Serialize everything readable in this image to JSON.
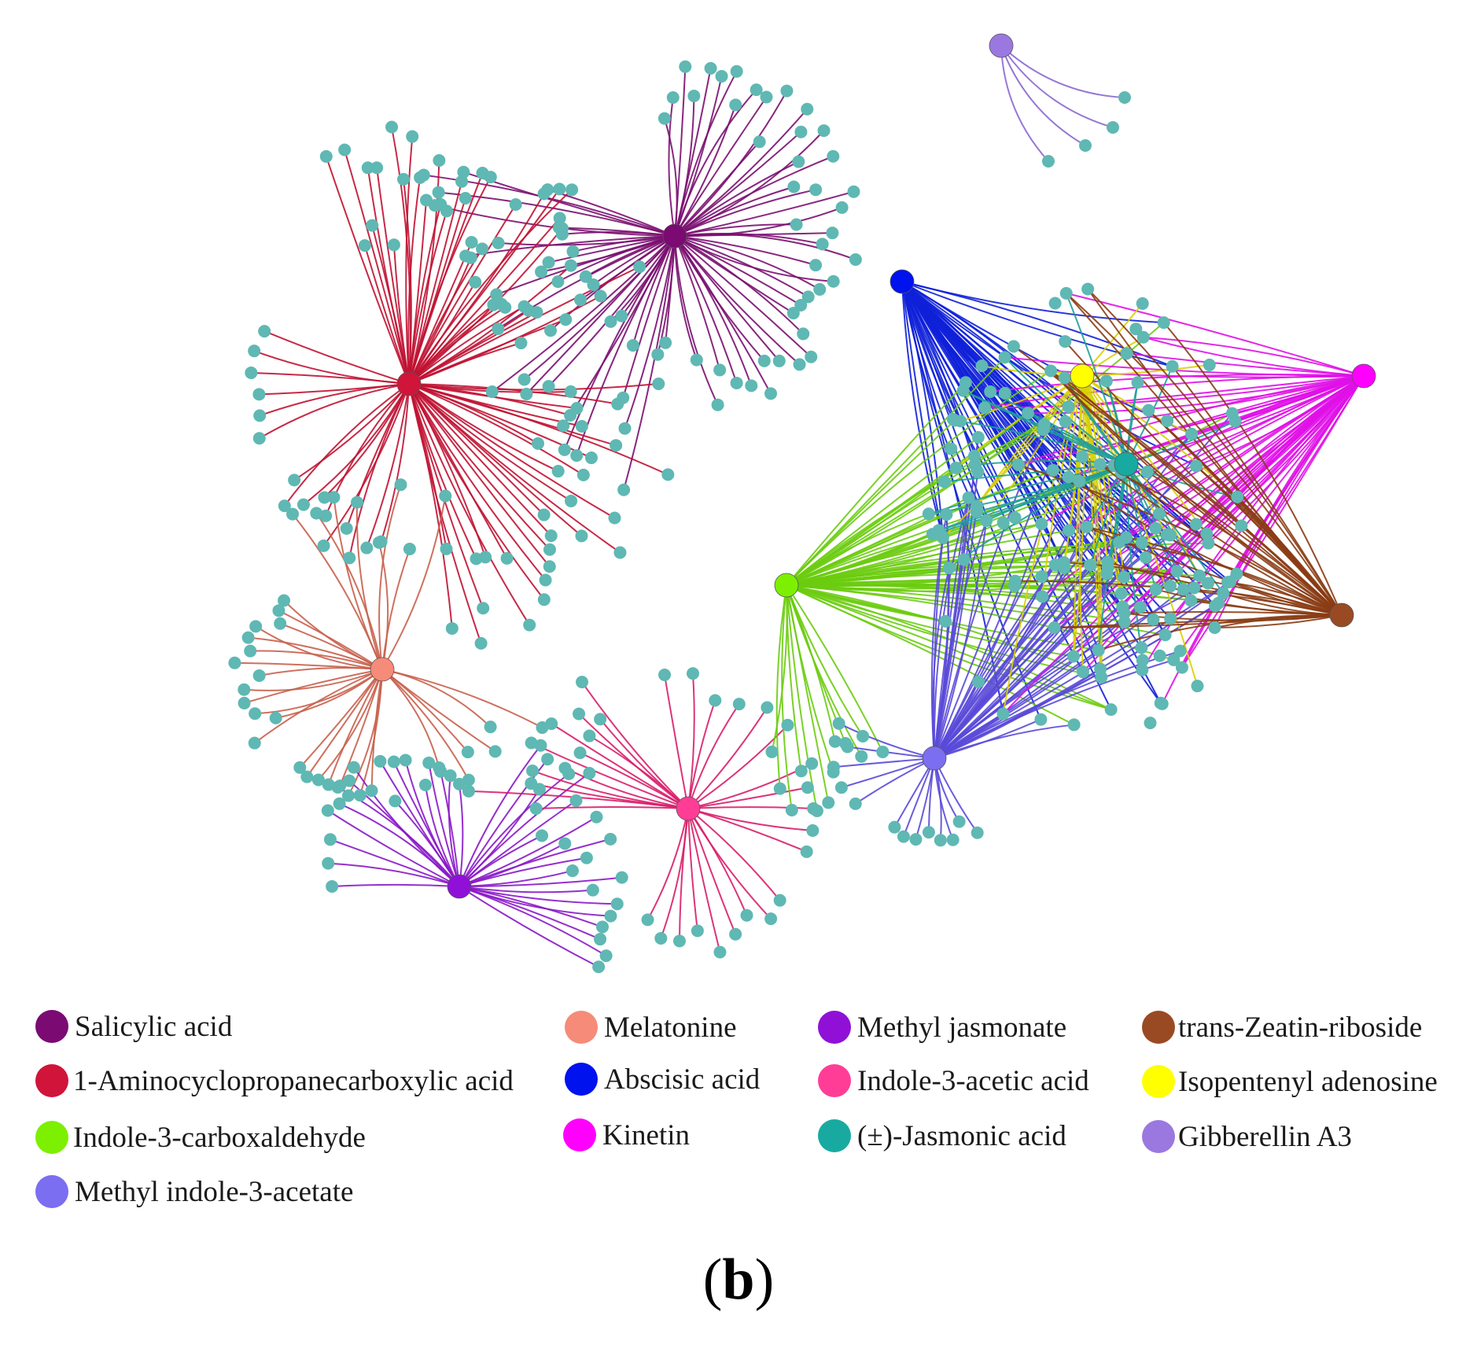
{
  "legend": [
    {
      "label": "Salicylic acid",
      "color": "#7b0a73"
    },
    {
      "label": "1-Aminocyclopropanecarboxylic acid",
      "color": "#d0143a"
    },
    {
      "label": "Indole-3-carboxaldehyde",
      "color": "#7cf000"
    },
    {
      "label": "Methyl indole-3-acetate",
      "color": "#7b6ef0"
    },
    {
      "label": "Melatonine",
      "color": "#f58b78"
    },
    {
      "label": "Abscisic acid",
      "color": "#0012ee"
    },
    {
      "label": "Kinetin",
      "color": "#ff00ff"
    },
    {
      "label": "Methyl jasmonate",
      "color": "#9010d8"
    },
    {
      "label": "Indole-3-acetic acid",
      "color": "#ff3d97"
    },
    {
      "label": "(±)-Jasmonic acid",
      "color": "#18aaa0"
    },
    {
      "label": "trans-Zeatin-riboside",
      "color": "#9a4a22"
    },
    {
      "label": "Isopentenyl adenosine",
      "color": "#ffff00"
    },
    {
      "label": "Gibberellin A3",
      "color": "#9b78e0"
    }
  ],
  "caption": "b",
  "node_color": "#5fb8b3",
  "hub_colors": {
    "salicylic": "#7b0a73",
    "acc": "#d0143a",
    "melatonine": "#f58b78",
    "mejasmonate": "#9010d8",
    "iaa": "#ff3d97",
    "ica": "#7cf000",
    "meiaa": "#7b6ef0",
    "aba": "#0012ee",
    "kinetin": "#ff00ff",
    "ipa": "#ffff00",
    "ja": "#18aaa0",
    "zeatin": "#9a4a22",
    "ga3": "#9b78e0"
  },
  "edge_colors": {
    "salicylic": "#7a1070",
    "acc": "#c01232",
    "melatonine": "#c8604c",
    "mejasmonate": "#8a18c8",
    "iaa": "#d81e6a",
    "ica": "#6ccc10",
    "meiaa": "#5a4ad8",
    "aba": "#1020d8",
    "kinetin": "#e010e8",
    "ipa": "#d8d000",
    "ja": "#20a098",
    "zeatin": "#8a3c14",
    "ga3": "#8a68d0"
  }
}
